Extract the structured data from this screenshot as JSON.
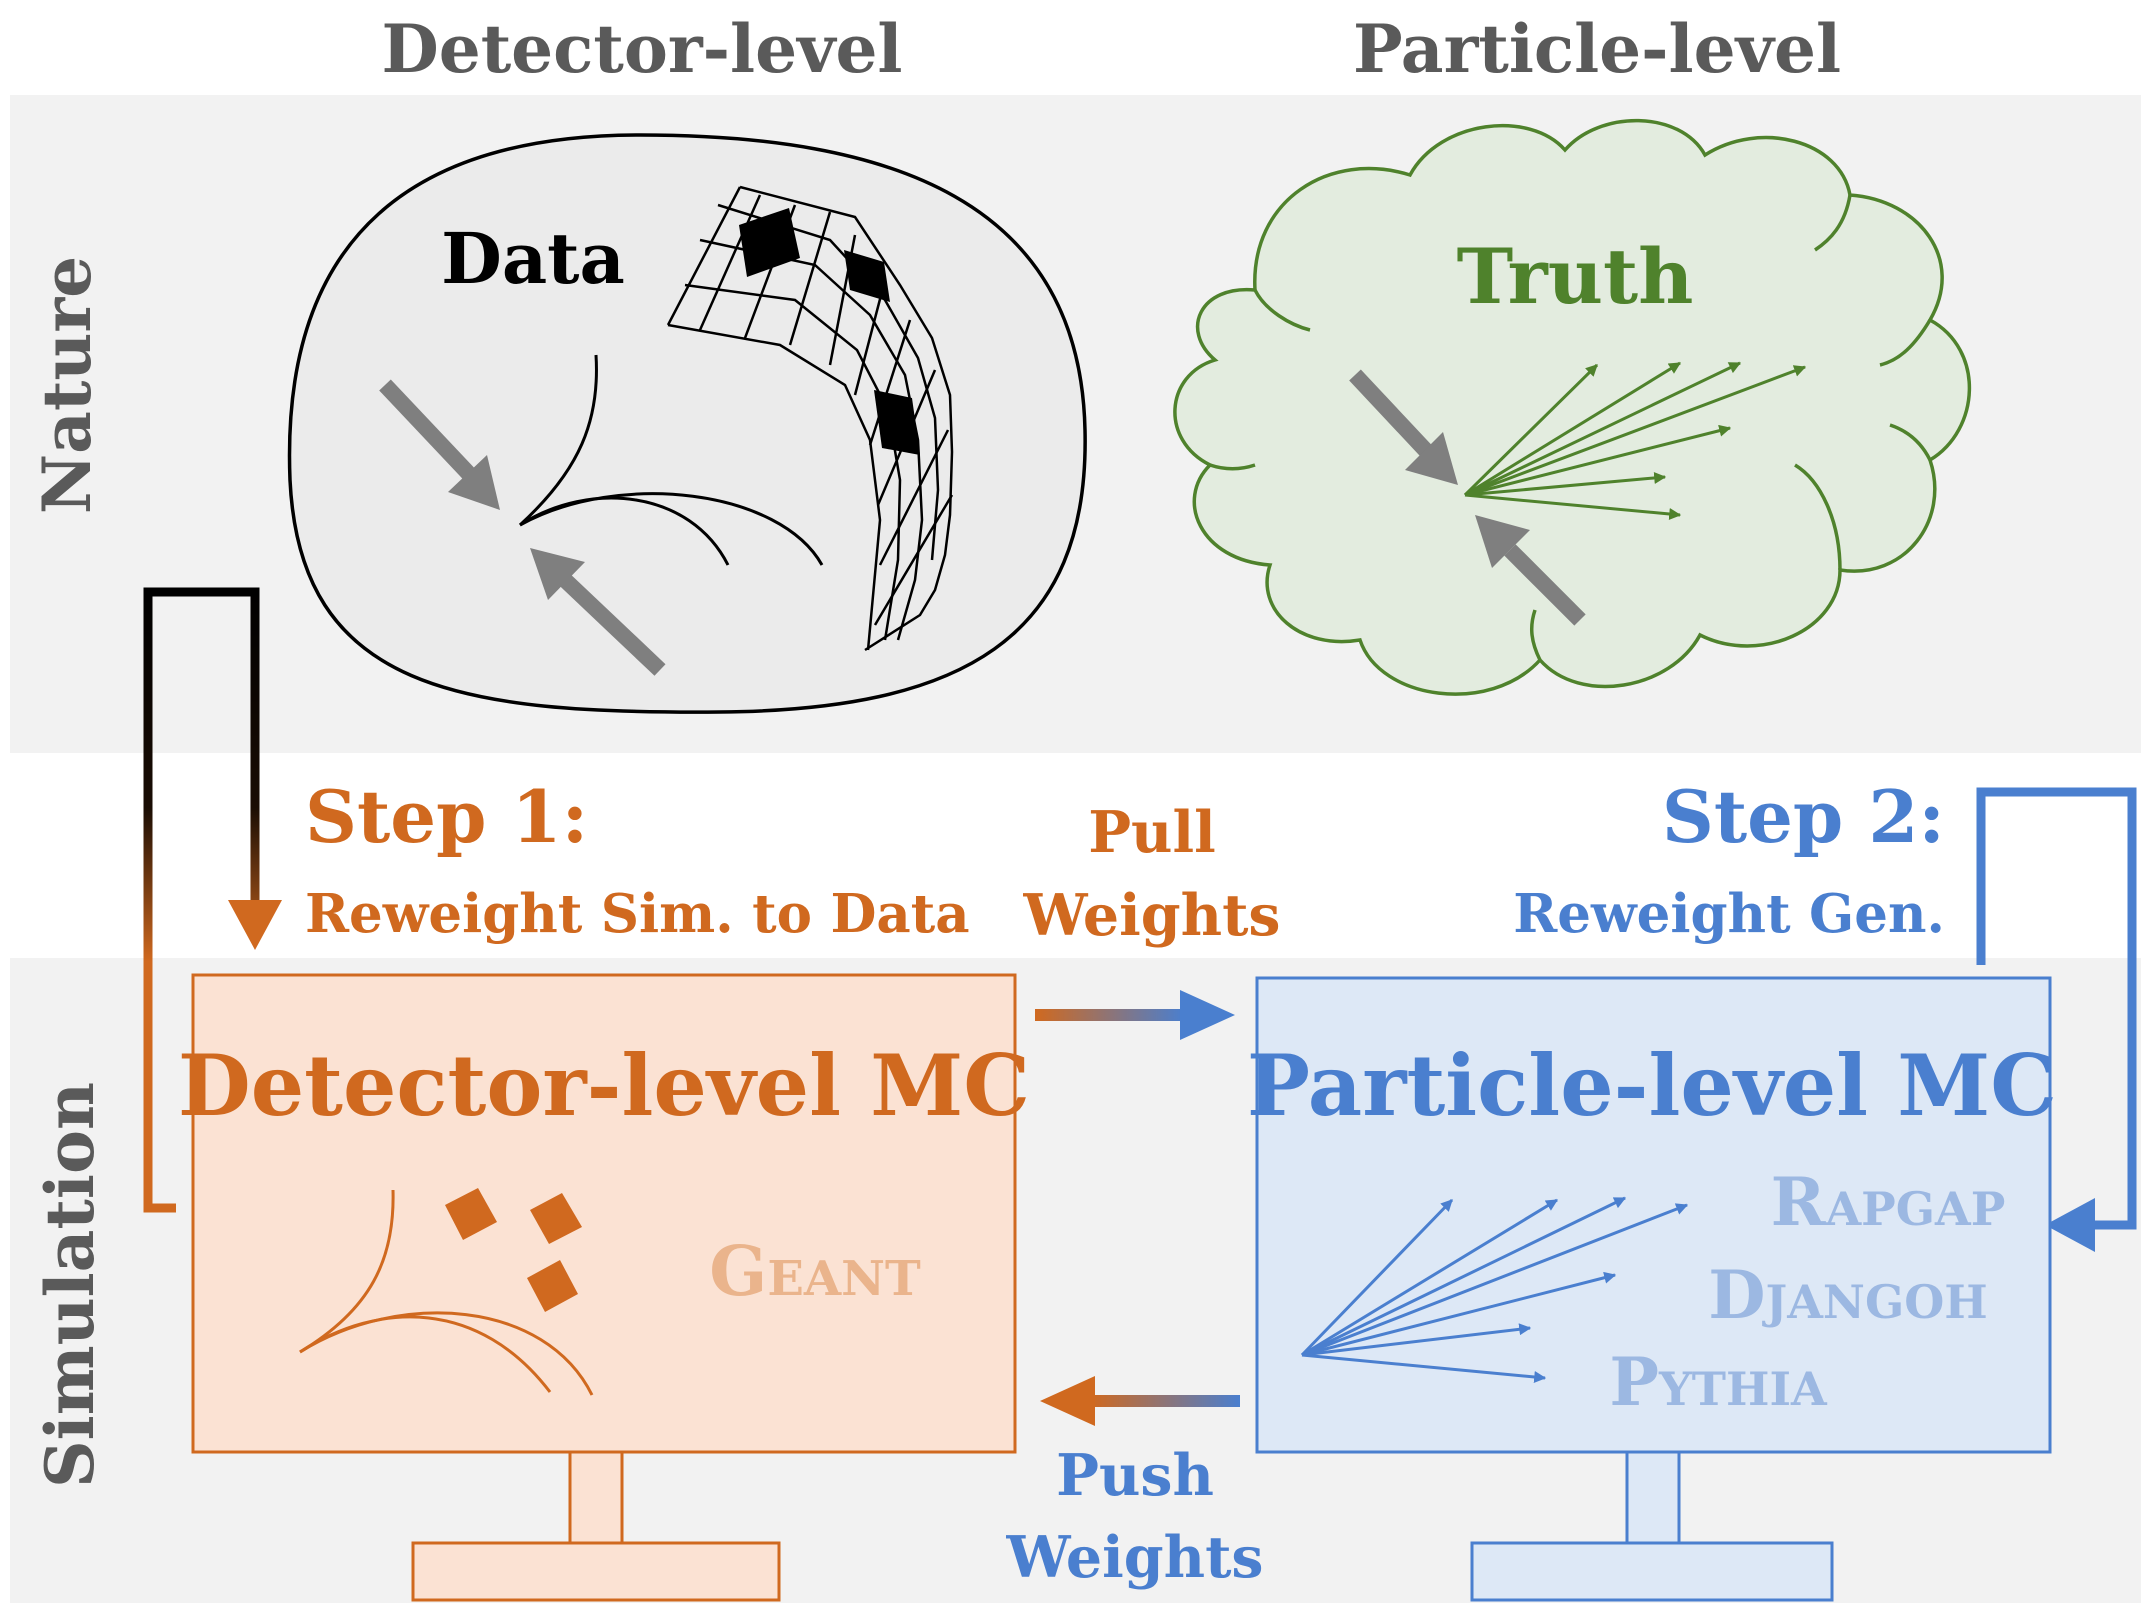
{
  "headers": {
    "detector": "Detector-level",
    "particle": "Particle-level"
  },
  "rows": {
    "nature": "Nature",
    "simulation": "Simulation"
  },
  "nature": {
    "data_label": "Data",
    "truth_label": "Truth"
  },
  "step1": {
    "title": "Step 1:",
    "subtitle": "Reweight Sim. to Data"
  },
  "step2": {
    "title": "Step 2:",
    "subtitle": "Reweight Gen."
  },
  "pull": {
    "line1": "Pull",
    "line2": "Weights"
  },
  "push": {
    "line1": "Push",
    "line2": "Weights"
  },
  "detector_mc": {
    "title": "Detector-level MC",
    "tool": "Geant"
  },
  "particle_mc": {
    "title": "Particle-level MC",
    "generators": [
      "Rapgap",
      "Djangoh",
      "Pythia"
    ]
  },
  "colors": {
    "orange": "#d0691f",
    "orange_fill": "#fbe2d3",
    "orange_light": "#eab48c",
    "blue": "#4a7fcf",
    "blue_fill": "#dde8f6",
    "blue_light": "#9cb8e2",
    "green": "#4f822c",
    "green_fill": "#e3ecdf",
    "gray_text": "#5a5a5a",
    "band": "#f2f2f2"
  }
}
